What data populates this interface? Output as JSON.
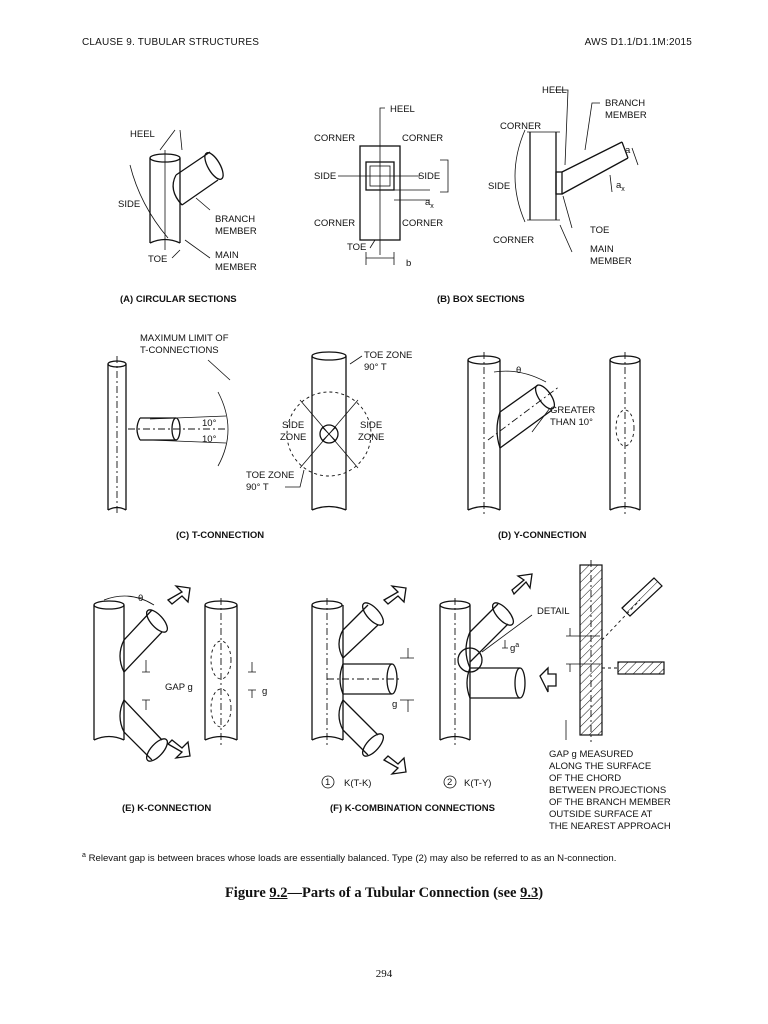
{
  "header": {
    "left": "CLAUSE 9. TUBULAR STRUCTURES",
    "right": "AWS D1.1/D1.1M:2015"
  },
  "panels": {
    "a": {
      "caption": "(A) CIRCULAR SECTIONS",
      "labels": {
        "heel": "HEEL",
        "side": "SIDE",
        "toe": "TOE",
        "branch1": "BRANCH",
        "branch2": "MEMBER",
        "main1": "MAIN",
        "main2": "MEMBER"
      }
    },
    "b": {
      "caption": "(B) BOX SECTIONS",
      "labels": {
        "heel": "HEEL",
        "corner": "CORNER",
        "side": "SIDE",
        "toe": "TOE",
        "ax": "a",
        "ax_sub": "x",
        "b": "b",
        "heel2": "HEEL",
        "branch1": "BRANCH",
        "branch2": "MEMBER",
        "corner2": "CORNER",
        "side2": "SIDE",
        "a": "a",
        "toe2": "TOE",
        "main1": "MAIN",
        "main2": "MEMBER"
      }
    },
    "c": {
      "caption": "(C) T-CONNECTION",
      "labels": {
        "max1": "MAXIMUM LIMIT OF",
        "max2": "T-CONNECTIONS",
        "deg10": "10°",
        "toezone1": "TOE ZONE",
        "toezone1b": "90° T",
        "sidezone_side": "SIDE",
        "sidezone_zone": "ZONE",
        "toezone2": "TOE ZONE",
        "toezone2b": "90° T"
      }
    },
    "d": {
      "caption": "(D) Y-CONNECTION",
      "labels": {
        "theta": "θ",
        "greater1": "GREATER",
        "greater2": "THAN 10°"
      }
    },
    "e": {
      "caption": "(E) K-CONNECTION",
      "labels": {
        "theta": "θ",
        "gap": "GAP g",
        "g": "g"
      }
    },
    "f": {
      "caption": "(F) K-COMBINATION CONNECTIONS",
      "labels": {
        "g": "g",
        "ga": "g",
        "ga_sup": "a",
        "detail": "DETAIL",
        "k1num": "1",
        "k1": "K(T-K)",
        "k2num": "2",
        "k2": "K(T-Y)"
      }
    },
    "detail_note": [
      "GAP g MEASURED",
      "ALONG THE SURFACE",
      "OF THE CHORD",
      "BETWEEN PROJECTIONS",
      "OF THE BRANCH MEMBER",
      "OUTSIDE SURFACE AT",
      "THE NEAREST APPROACH"
    ]
  },
  "footnote": {
    "mark": "a",
    "text": "Relevant gap is between braces whose loads are essentially balanced. Type (2) may also be referred to as an N-connection."
  },
  "figure_title": {
    "prefix": "Figure ",
    "ref1": "9.2",
    "middle": "—Parts of a Tubular Connection (see ",
    "ref2": "9.3",
    "suffix": ")"
  },
  "page_number": "294"
}
